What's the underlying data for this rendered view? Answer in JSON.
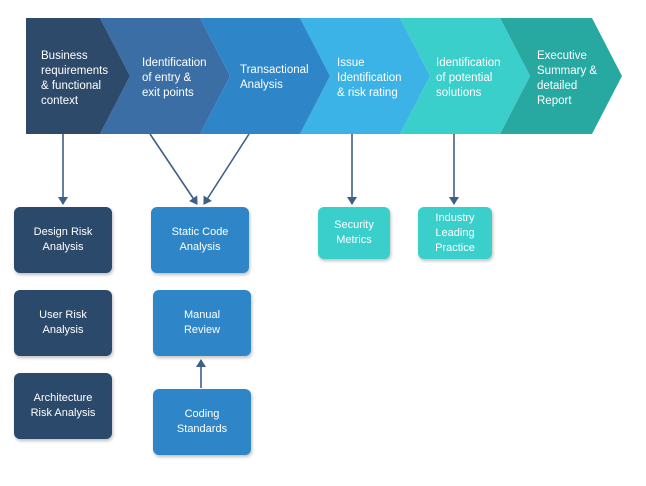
{
  "colors": {
    "step1": "#2e4a6b",
    "step2": "#3b6ea5",
    "step3": "#2e86c8",
    "step4": "#3bb3e6",
    "step5": "#3bcfcc",
    "step6": "#27a9a2",
    "box_dark": "#2b4a6b",
    "box_blue": "#2e86c8",
    "box_teal": "#3bcfcc",
    "arrow": "#3f5f86"
  },
  "steps": [
    {
      "label": "Business\nrequirements\n& functional\ncontext"
    },
    {
      "label": "Identification\nof entry &\nexit points"
    },
    {
      "label": "Transactional\nAnalysis"
    },
    {
      "label": "Issue\nIdentification\n& risk rating"
    },
    {
      "label": "Identification\nof potential\nsolutions"
    },
    {
      "label": "Executive\nSummary &\ndetailed\nReport"
    }
  ],
  "boxes": {
    "design_risk": "Design Risk\nAnalysis",
    "user_risk": "User Risk\nAnalysis",
    "architecture_risk": "Architecture\nRisk Analysis",
    "static_code": "Static Code\nAnalysis",
    "manual_review": "Manual\nReview",
    "coding_standards": "Coding\nStandards",
    "security_metrics": "Security\nMetrics",
    "industry_practice": "Industry\nLeading\nPractice"
  }
}
